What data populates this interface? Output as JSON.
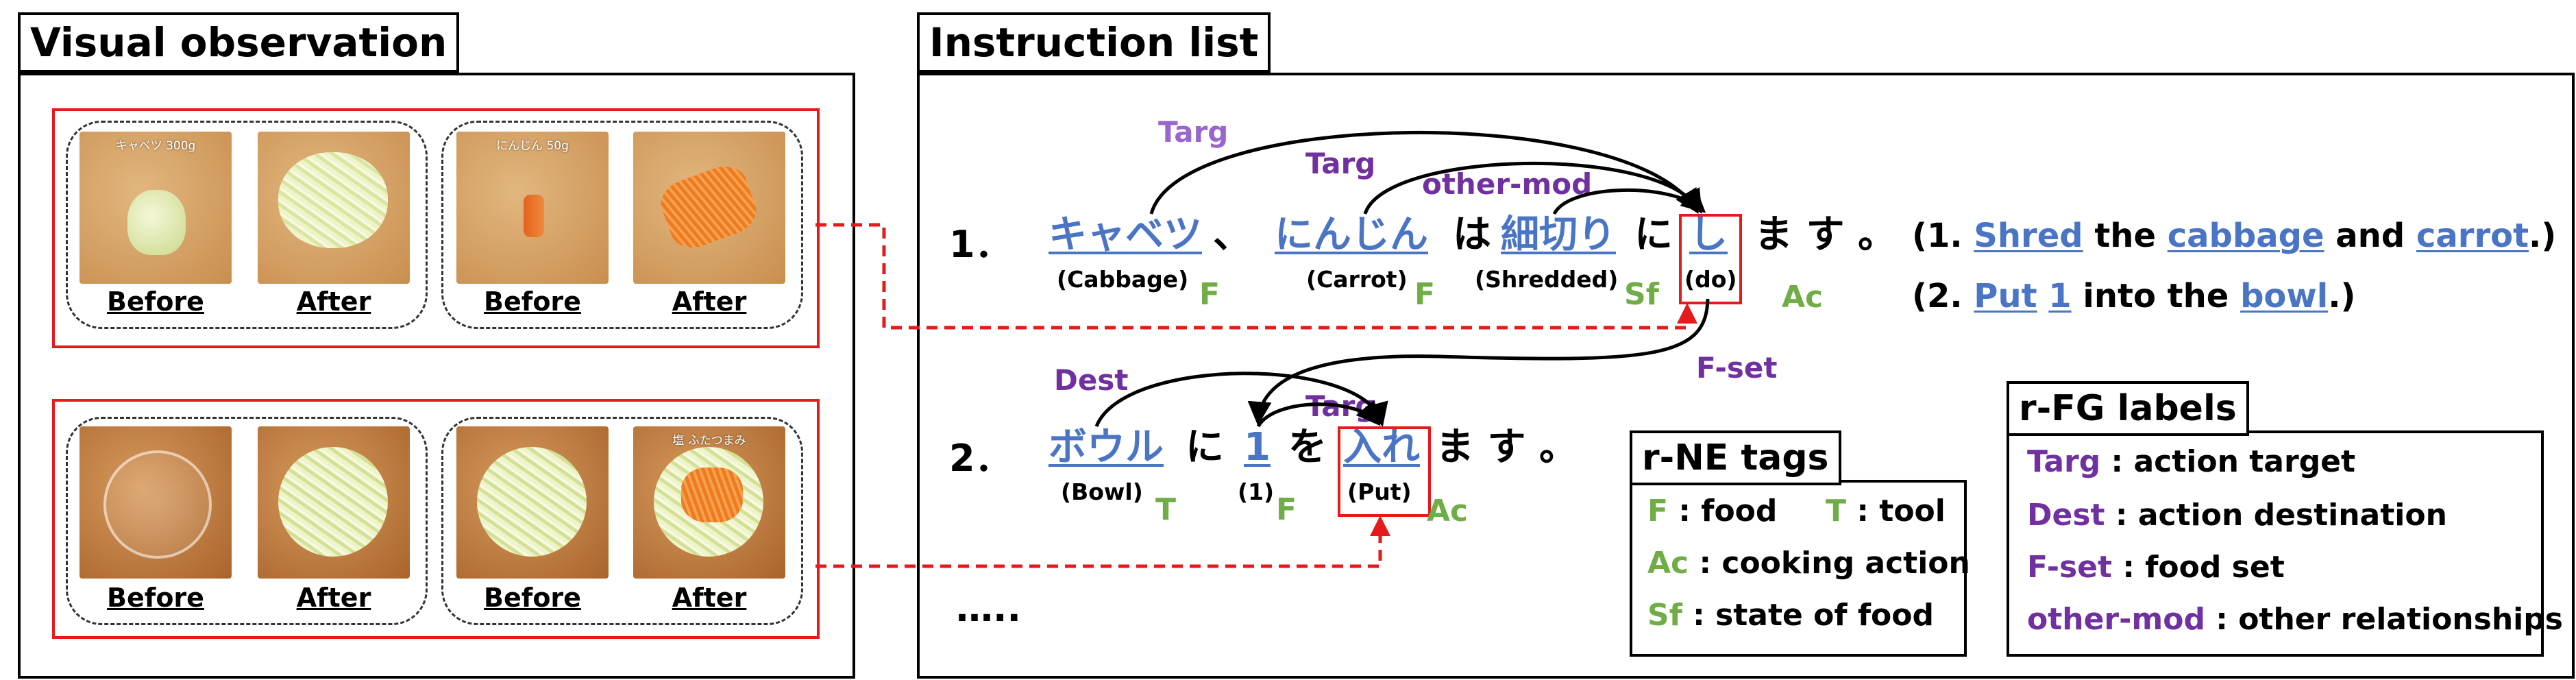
{
  "visual": {
    "title": "Visual observation",
    "groups": [
      {
        "pairs": [
          {
            "overlay": "キャベツ 300g",
            "before": "Before",
            "after": "After"
          },
          {
            "overlay": "にんじん 50g",
            "before": "Before",
            "after": "After"
          }
        ]
      },
      {
        "pairs": [
          {
            "overlay": "",
            "before": "Before",
            "after": "After"
          },
          {
            "overlay": "塩 ふたつまみ",
            "before": "Before",
            "after": "After"
          }
        ]
      }
    ]
  },
  "instruction": {
    "title": "Instruction list",
    "line1": {
      "num": "1．",
      "cabbage": "キャベツ",
      "comma": "、",
      "carrot": "にんじん",
      "ha": "は",
      "shred": "細切り",
      "ni": "に",
      "shi": "し",
      "masu": "ま す 。",
      "gloss_cabbage": "(Cabbage)",
      "gloss_carrot": "(Carrot)",
      "gloss_shredded": "(Shredded)",
      "gloss_do": "(do)",
      "tag_f1": "F",
      "tag_f2": "F",
      "tag_sf": "Sf",
      "tag_ac": "Ac"
    },
    "line2": {
      "num": "2．",
      "bowl": "ボウル",
      "ni": "に",
      "one": "1",
      "wo": "を",
      "put": "入れ",
      "masu": "ま す 。",
      "gloss_bowl": "(Bowl)",
      "gloss_one": "(1)",
      "gloss_put": "(Put)",
      "tag_t": "T",
      "tag_f": "F",
      "tag_ac": "Ac"
    },
    "ellipsis": "…..",
    "relations": {
      "targ_top": "Targ",
      "targ_mid": "Targ",
      "other_mod": "other-mod",
      "fset": "F-set",
      "dest": "Dest",
      "targ_low": "Targ"
    },
    "english": {
      "l1": {
        "open": "(1. ",
        "shred": "Shred",
        "the1": " the ",
        "cabbage": "cabbage",
        "and": " and ",
        "carrot": "carrot",
        "close": ".)"
      },
      "l2": {
        "open": "(2. ",
        "put": "Put",
        "sp": " ",
        "one": "1",
        "into": " into the ",
        "bowl": "bowl",
        "close": ".)"
      }
    }
  },
  "rne": {
    "title": "r-NE tags",
    "rows": [
      {
        "k1": "F",
        "v1": " : food",
        "k2": "T",
        "v2": " : tool"
      },
      {
        "k1": "Ac",
        "v1": " : cooking action"
      },
      {
        "k1": "Sf",
        "v1": " : state of food"
      }
    ]
  },
  "rfg": {
    "title": "r-FG labels",
    "rows": [
      {
        "k": "Targ",
        "v": " : action target"
      },
      {
        "k": "Dest",
        "v": " : action destination"
      },
      {
        "k": "F-set",
        "v": " : food set"
      },
      {
        "k": "other-mod",
        "v": " : other relationships"
      }
    ]
  },
  "colors": {
    "red": "#e61a1a",
    "blue": "#4a74c4",
    "green": "#70ad47",
    "purple": "#7030a0"
  }
}
